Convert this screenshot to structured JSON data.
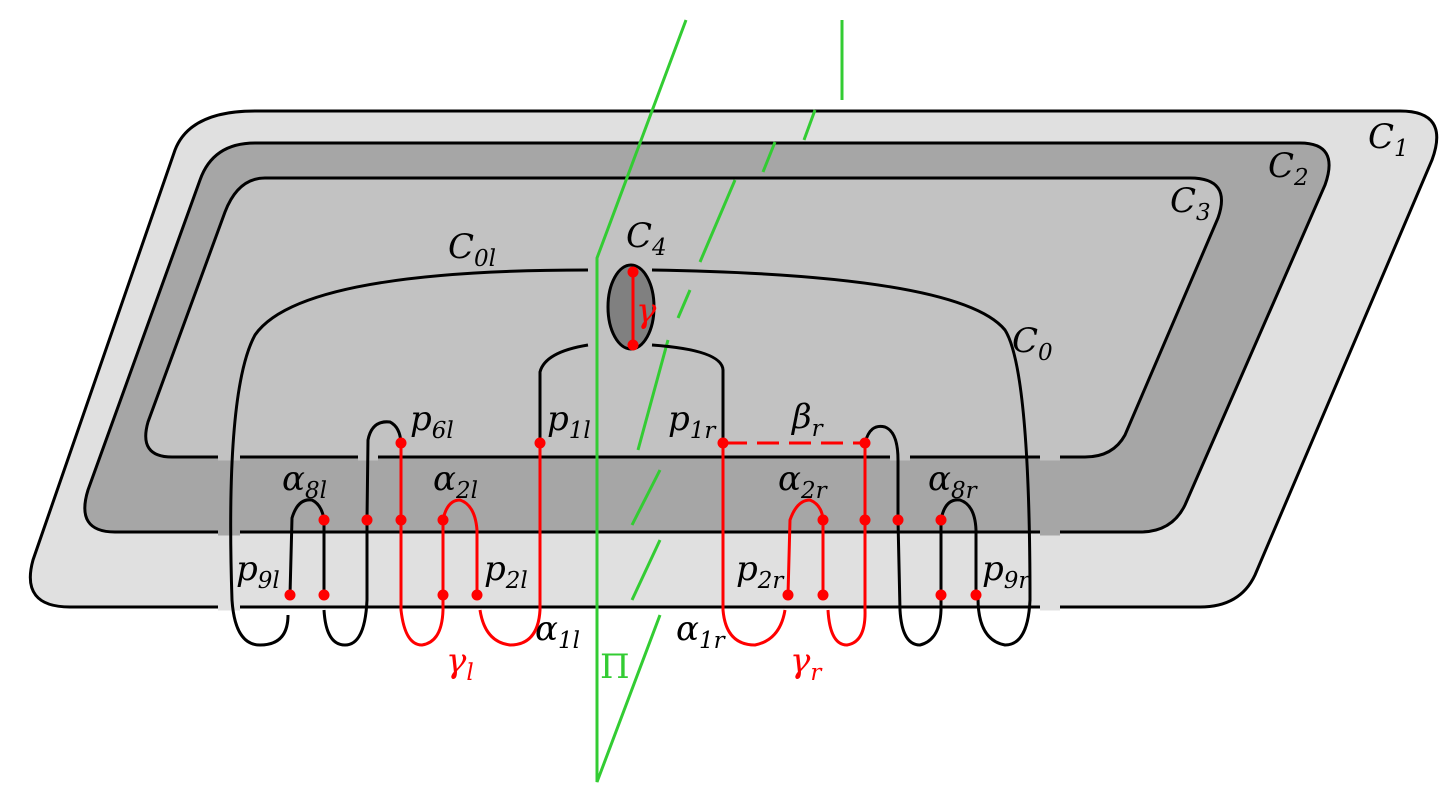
{
  "colors": {
    "surface_c1": "#e0e0e0",
    "surface_c2": "#a6a6a6",
    "surface_c3": "#c2c2c2",
    "disk_c4": "#808080",
    "curve_black": "#000000",
    "curve_red": "#ff0000",
    "plane_green": "#33cc33"
  },
  "labels": {
    "C1": {
      "main": "C",
      "sub": "1"
    },
    "C2": {
      "main": "C",
      "sub": "2"
    },
    "C3": {
      "main": "C",
      "sub": "3"
    },
    "C4": {
      "main": "C",
      "sub": "4"
    },
    "C0": {
      "main": "C",
      "sub": "0"
    },
    "C0l": {
      "main": "C",
      "sub": "0l"
    },
    "gamma": {
      "main": "γ"
    },
    "p6l": {
      "main": "p",
      "sub": "6l"
    },
    "p1l": {
      "main": "p",
      "sub": "1l"
    },
    "p1r": {
      "main": "p",
      "sub": "1r"
    },
    "beta_r": {
      "main": "β",
      "sub": "r"
    },
    "alpha8l": {
      "main": "α",
      "sub": "8l"
    },
    "alpha2l": {
      "main": "α",
      "sub": "2l"
    },
    "alpha2r": {
      "main": "α",
      "sub": "2r"
    },
    "alpha8r": {
      "main": "α",
      "sub": "8r"
    },
    "p9l": {
      "main": "p",
      "sub": "9l"
    },
    "p2l": {
      "main": "p",
      "sub": "2l"
    },
    "p2r": {
      "main": "p",
      "sub": "2r"
    },
    "p9r": {
      "main": "p",
      "sub": "9r"
    },
    "alpha1l": {
      "main": "α",
      "sub": "1l"
    },
    "alpha1r": {
      "main": "α",
      "sub": "1r"
    },
    "gamma_l": {
      "main": "γ",
      "sub": "l"
    },
    "gamma_r": {
      "main": "γ",
      "sub": "r"
    },
    "Pi": {
      "main": "Π"
    }
  }
}
